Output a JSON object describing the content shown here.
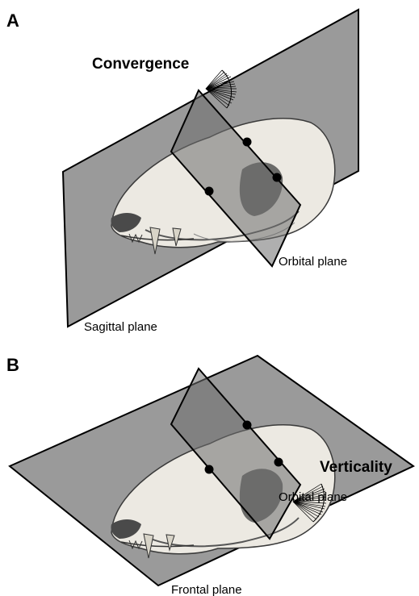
{
  "panel_a": {
    "letter": "A",
    "angle_label": "Convergence",
    "orbital_plane_label": "Orbital plane",
    "second_plane_label": "Sagittal plane"
  },
  "panel_b": {
    "letter": "B",
    "angle_label": "Verticality",
    "orbital_plane_label": "Orbital plane",
    "second_plane_label": "Frontal plane"
  },
  "colors": {
    "plane_fill": "#9a9a9a",
    "orbital_fill": "#6e6e6e",
    "skull_fill": "#ece9e2",
    "outline": "#000000"
  }
}
